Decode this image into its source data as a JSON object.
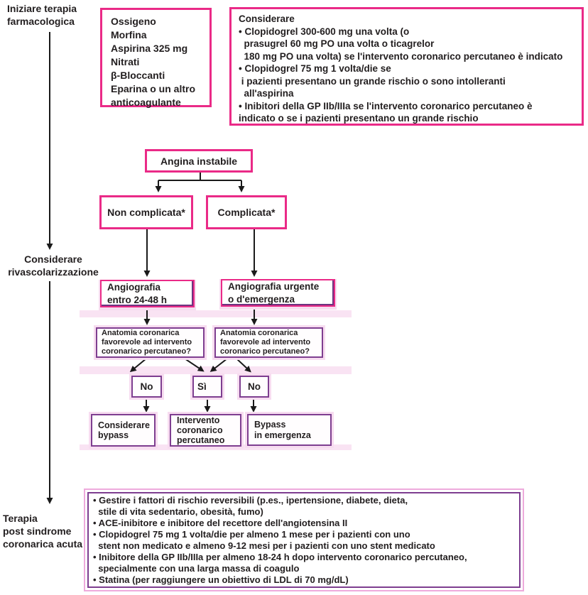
{
  "diagram_title": "Angina instabile - algoritmo di trattamento",
  "colors": {
    "pink_border": "#ea2a87",
    "purple_border": "#7e3e90",
    "halo_pink": "#f7dcf0",
    "arrow_black": "#1a1a1a",
    "text": "#221e1f"
  },
  "labels": {
    "start_therapy": {
      "line1": "Iniziare terapia",
      "line2": "farmacologica"
    },
    "consider_revasc": {
      "line1": "Considerare",
      "line2": "rivascolarizzazione"
    },
    "post_acs": {
      "line1": "Terapia",
      "line2": "post sindrome",
      "line3": "coronarica acuta"
    }
  },
  "boxes": {
    "meds": {
      "lines": [
        "Ossigeno",
        "Morfina",
        "Aspirina 325 mg",
        "Nitrati",
        "β-Bloccanti",
        "Eparina o un altro",
        "anticoagulante"
      ]
    },
    "consider": {
      "lines": [
        "Considerare",
        "• Clopidogrel 300-600 mg una volta (o",
        "  prasugrel 60 mg PO una volta o ticagrelor",
        "  180 mg PO una volta) se l'intervento coronarico percutaneo è indicato",
        "• Clopidogrel 75 mg 1 volta/die se",
        " i pazienti presentano un grande rischio o sono intolleranti",
        "  all'aspirina",
        "• Inibitori della GP IIb/IIIa se l'intervento coronarico percutaneo è",
        "indicato o se i pazienti presentano un grande rischio"
      ]
    },
    "angina": {
      "label": "Angina instabile"
    },
    "uncomplicated": {
      "label": "Non complicata*"
    },
    "complicated": {
      "label": "Complicata*"
    },
    "angio_routine": {
      "lines": [
        "Angiografia",
        "entro 24-48 h"
      ]
    },
    "angio_urgent": {
      "lines": [
        "Angiografia urgente",
        "o d'emergenza"
      ]
    },
    "anatomy_left": {
      "lines": [
        "Anatomia coronarica",
        "favorevole ad intervento",
        "coronarico percutaneo?"
      ]
    },
    "anatomy_right": {
      "lines": [
        "Anatomia coronarica",
        "favorevole ad intervento",
        "coronarico percutaneo?"
      ]
    },
    "no_left": {
      "label": "No"
    },
    "yes": {
      "label": "Sì"
    },
    "no_right": {
      "label": "No"
    },
    "consider_bypass": {
      "lines": [
        "Considerare",
        "bypass"
      ]
    },
    "pci": {
      "lines": [
        "Intervento",
        "coronarico",
        "percutaneo"
      ]
    },
    "emergency_bypass": {
      "lines": [
        "Bypass",
        "in emergenza"
      ]
    },
    "post_acs_plan": {
      "lines": [
        "• Gestire i fattori di rischio reversibili (p.es., ipertensione, diabete, dieta,",
        "  stile di vita sedentario, obesità, fumo)",
        "• ACE-inibitore e inibitore del recettore dell'angiotensina II",
        "• Clopidogrel 75 mg 1 volta/die per almeno 1 mese per i pazienti con uno",
        "  stent non medicato e almeno 9-12 mesi per i pazienti con uno stent medicato",
        "• Inibitore della GP IIb/IIIa per almeno 18-24 h dopo intervento coronarico percutaneo,",
        "  specialmente con una larga massa di coagulo",
        "• Statina (per raggiungere un obiettivo di LDL di 70 mg/dL)"
      ]
    }
  }
}
